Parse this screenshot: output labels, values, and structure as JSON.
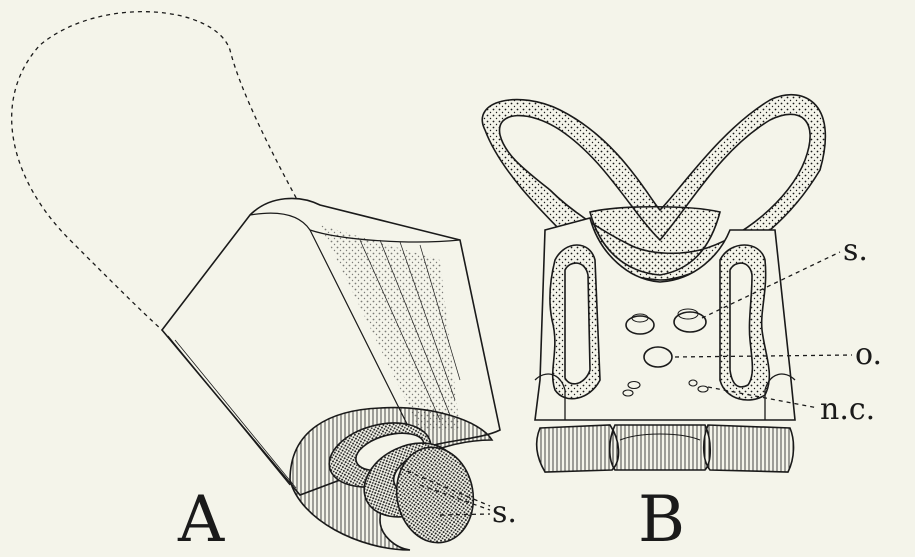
{
  "figure": {
    "panel_a": {
      "label": "A",
      "s_label": "s."
    },
    "panel_b": {
      "label": "B",
      "s_label": "s.",
      "o_label": "o.",
      "nc_label": "n.c."
    }
  },
  "colors": {
    "ink": "#1a1a1a",
    "paper": "#f4f4ea"
  }
}
